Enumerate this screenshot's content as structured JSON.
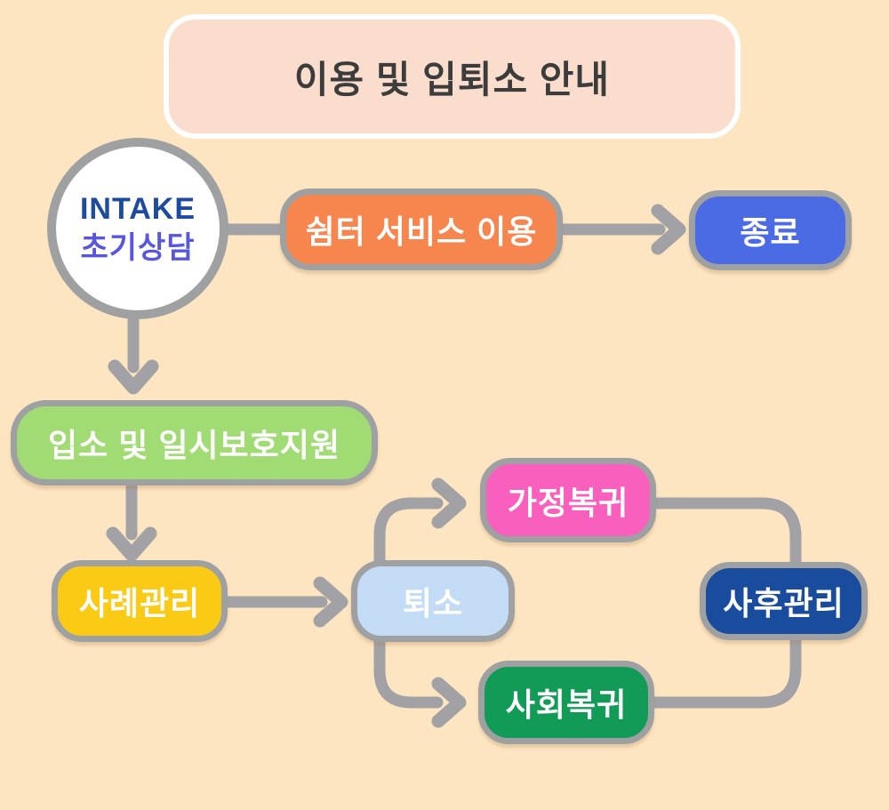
{
  "title": {
    "text": "이용 및 입퇴소 안내",
    "fill": "#FADDCC",
    "border_color": "#FFFFFF",
    "text_color": "#3C3C3C"
  },
  "nodes": {
    "intake": {
      "line1": "INTAKE",
      "line2": "초기상담",
      "fill": "#FFFFFF",
      "line1_color": "#1D4B9E",
      "line2_color": "#5956DE"
    },
    "shelter_service": {
      "label": "쉼터 서비스 이용",
      "fill": "#F6864D"
    },
    "end": {
      "label": "종료",
      "fill": "#4B6BE4"
    },
    "admission": {
      "label": "입소 및 일시보호지원",
      "fill": "#A0DC73"
    },
    "case_management": {
      "label": "사례관리",
      "fill": "#FACA15"
    },
    "discharge": {
      "label": "퇴소",
      "fill": "#C4DBF5"
    },
    "family_return": {
      "label": "가정복귀",
      "fill": "#F95FBD"
    },
    "social_return": {
      "label": "사회복귀",
      "fill": "#119B56"
    },
    "aftercare": {
      "label": "사후관리",
      "fill": "#1A4C9E"
    }
  },
  "colors": {
    "background": "#FDE5C1",
    "connector": "#A2A2A6",
    "node_border": "#9EA0A2",
    "node_text": "#FFFFFF"
  }
}
